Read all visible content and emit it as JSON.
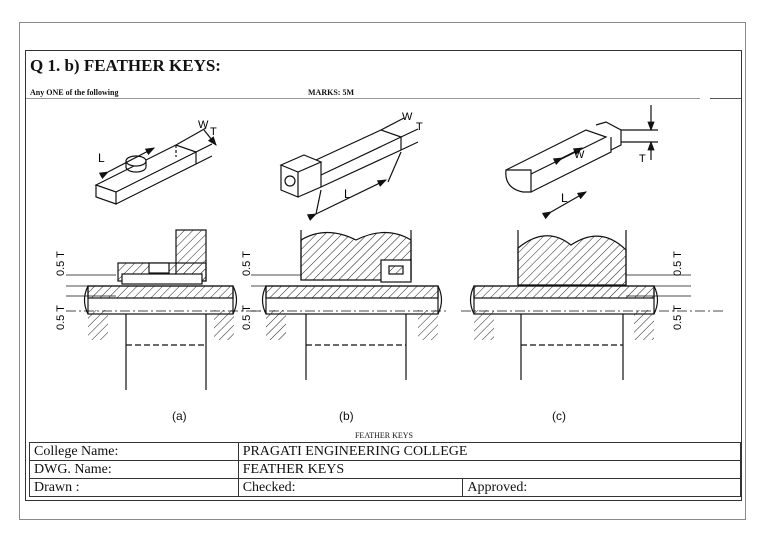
{
  "question": {
    "title": "Q 1. b)  FEATHER KEYS:",
    "instruction": "Any ONE of the following",
    "marks": "MARKS:  5M"
  },
  "figure": {
    "dimension_labels": {
      "length": "L",
      "width": "W",
      "thickness": "T",
      "half_thickness": "0.5 T"
    },
    "captions": [
      "(a)",
      "(b)",
      "(c)"
    ],
    "title": "FEATHER KEYS"
  },
  "title_block": {
    "college_label": "College Name:",
    "college_value": "PRAGATI ENGINEERING COLLEGE",
    "dwg_label": "DWG. Name:",
    "dwg_value": "FEATHER KEYS",
    "drawn_label": "Drawn :",
    "checked_label": "Checked:",
    "approved_label": "Approved:"
  }
}
